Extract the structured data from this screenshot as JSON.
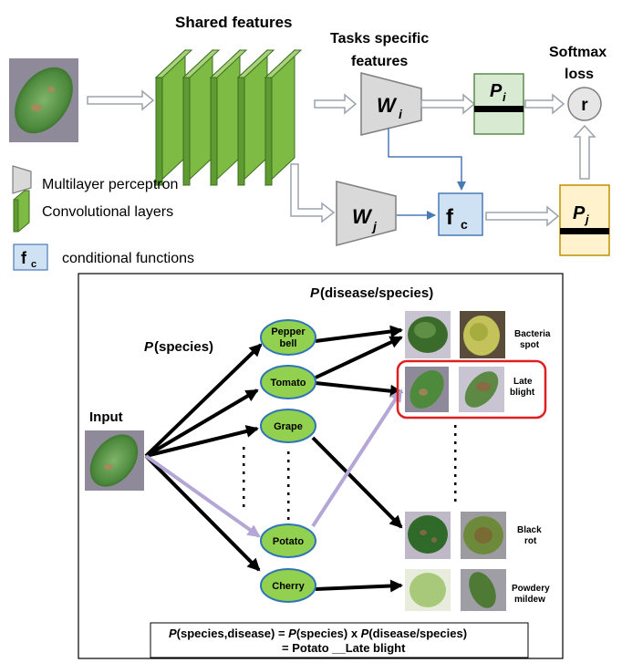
{
  "top": {
    "shared_features": "Shared features",
    "tasks_specific_1": "Tasks specific",
    "tasks_specific_2": "features",
    "softmax_1": "Softmax",
    "softmax_2": "loss",
    "wi_main": "W",
    "wi_sub": "i",
    "wj_main": "W",
    "wj_sub": "j",
    "pi_main": "P",
    "pi_sub": "i",
    "pj_main": "P",
    "pj_sub": "j",
    "fc_main": "f",
    "fc_sub": "c",
    "r": "r",
    "legend": {
      "mlp": "Multilayer perceptron",
      "conv": "Convolutional layers",
      "fc_main": "f",
      "fc_sub": "c",
      "fc_label": "conditional functions"
    },
    "colors": {
      "conv_green": "#7dbb45",
      "pi_fill": "#d9ead3",
      "pj_fill": "#fff2cc",
      "fc_fill": "#cfe2f3",
      "mlp_gray": "#d9d9d9"
    }
  },
  "bottom": {
    "p_disease_species_italic": "P",
    "p_disease_species_rest": "(disease/species)",
    "p_species_italic": "P",
    "p_species_rest": "(species)",
    "input_label": "Input",
    "species": {
      "pepper_1": "Pepper",
      "pepper_2": "bell",
      "tomato": "Tomato",
      "grape": "Grape",
      "potato": "Potato",
      "cherry": "Cherry"
    },
    "diseases": {
      "bacteria_1": "Bacteria",
      "bacteria_2": "spot",
      "late_1": "Late",
      "late_2": "blight",
      "black_1": "Black",
      "black_2": "rot",
      "powdery_1": "Powdery",
      "powdery_2": "mildew"
    },
    "formula": {
      "p1": "P",
      "t1": "(species,disease) = ",
      "p2": "P",
      "t2": "(species) x  ",
      "p3": "P",
      "t3": "(disease/species)",
      "line2": "= Potato __Late blight"
    },
    "colors": {
      "node_fill": "#92d050",
      "node_stroke": "#2e75b6",
      "highlight": "#e02020",
      "potato_arrow": "#b4a7d6"
    }
  }
}
